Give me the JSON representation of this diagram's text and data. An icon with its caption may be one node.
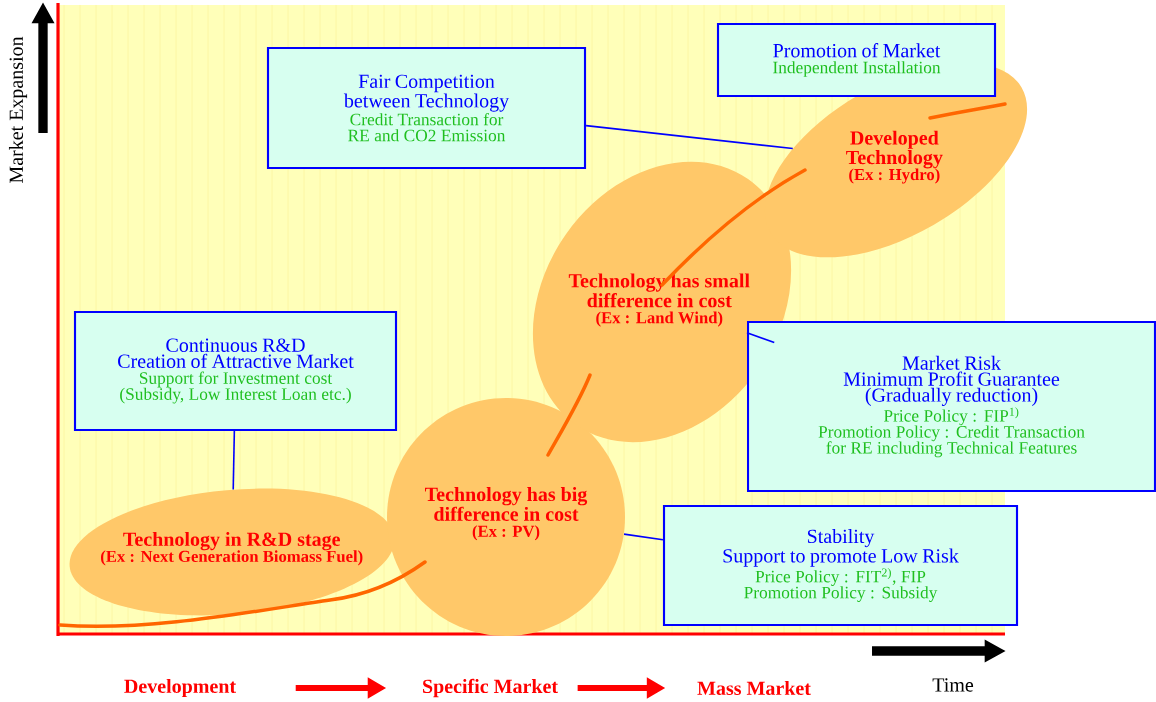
{
  "diagram": {
    "nodes": [
      {
        "text": [
          "Fair Competition between Technology",
          "Credit Transaction for RE and CO2 Emission"
        ]
      },
      {
        "text": [
          "Promotion of Market",
          "Independent Installation"
        ]
      },
      {
        "text": [
          "Developed Technology",
          "(Ex : Hydro)"
        ]
      },
      {
        "text": [
          "Technology has small difference in cost",
          "(Ex : Land Wind)"
        ]
      },
      {
        "text": [
          "Continuous R&D",
          "Creation of Attractive Market",
          "Support for Investment cost",
          "(Subsidy, Low Interest Loan etc.)"
        ]
      },
      {
        "text": [
          "Market Risk",
          "Minimum Profit Guarantee",
          "(Gradually reduction)",
          "Price Policy : FIP$^{1)}$",
          "Promotion Policy : Credit Transaction for RE including Technical Features"
        ]
      },
      {
        "text": [
          "Technology has big difference in cost",
          "(Ex : PV)"
        ]
      },
      {
        "text": [
          "Technology in R&D stage",
          "(Ex : Next Generation Biomass Fuel)"
        ]
      },
      {
        "text": [
          "Stability",
          "Support to promote Low Risk",
          "Price Policy : FIT$^{2)}$, FIP",
          "Promotion Policy : Subsidy"
        ]
      },
      {
        "text": [
          "Development"
        ]
      },
      {
        "text": [
          "Specific Market"
        ]
      },
      {
        "text": [
          "Mass Market"
        ]
      }
    ],
    "edges": [
      {
        "from": 0,
        "to": 2,
        "arrow": "none"
      },
      {
        "from": 4,
        "to": 7,
        "arrow": "none"
      },
      {
        "from": 5,
        "to": 3,
        "arrow": "none"
      },
      {
        "from": 8,
        "to": 6,
        "arrow": "none"
      },
      {
        "from": 9,
        "to": 10,
        "arrow": "to",
        "style": "thick",
        "color": "#ff0000"
      },
      {
        "from": 10,
        "to": 11,
        "arrow": "to",
        "style": "thick",
        "color": "#ff0000"
      }
    ],
    "labels": [
      "Market Expansion",
      "Time"
    ]
  }
}
